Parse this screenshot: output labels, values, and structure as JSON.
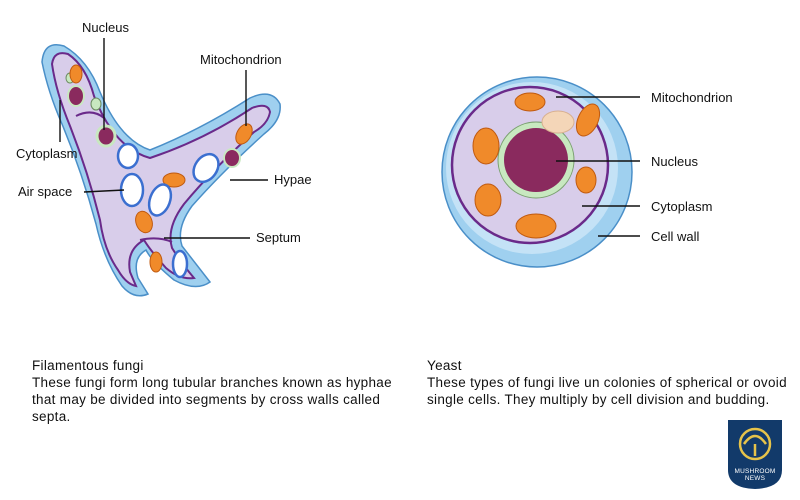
{
  "hyphae_labels": {
    "nucleus": "Nucleus",
    "mitochondrion": "Mitochondrion",
    "cytoplasm": "Cytoplasm",
    "air_space": "Air space",
    "hypae": "Hypae",
    "septum": "Septum"
  },
  "yeast_labels": {
    "mitochondrion": "Mitochondrion",
    "nucleus": "Nucleus",
    "cytoplasm": "Cytoplasm",
    "cell_wall": "Cell wall"
  },
  "captions": {
    "left_title": "Filamentous fungi",
    "left_body": "These fungi form long tubular branches known as hyphae that may be divided into segments by cross walls called septa.",
    "right_title": "Yeast",
    "right_body": "These types of fungi live un colonies of spherical or ovoid single cells. They multiply by cell division and budding."
  },
  "logo": {
    "line1": "MUSHROOM",
    "line2": "NEWS"
  },
  "colors": {
    "cell_wall": "#9fd0ef",
    "membrane": "#6a2a8a",
    "cytoplasm": "#d8cdea",
    "mitochondrion": "#f08a2a",
    "nucleus": "#8a2a5e",
    "nuclear_envelope": "#c8e8c0",
    "air_space_border": "#3b6fd0",
    "logo_bg": "#123a6a",
    "logo_accent": "#e6c34a"
  }
}
